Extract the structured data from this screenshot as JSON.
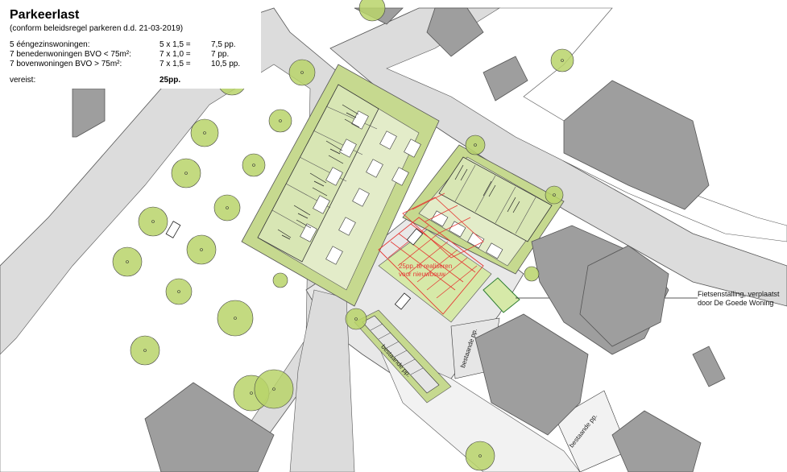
{
  "legend": {
    "title": "Parkeerlast",
    "subtitle": "(conform beleidsregel parkeren d.d. 21-03-2019)",
    "rows": [
      {
        "label": "5 ééngezinswoningen:",
        "calc": "5 x 1,5 =",
        "result": "7,5 pp."
      },
      {
        "label": "7 benedenwoningen BVO < 75m²:",
        "calc": "7 x 1,0 =",
        "result": "7 pp."
      },
      {
        "label": "7 bovenwoningen BVO > 75m²:",
        "calc": "7 x 1,5 =",
        "result": "10,5 pp."
      }
    ],
    "required_label": "vereist:",
    "required_value": "25pp."
  },
  "annotations": {
    "new_parking": "25pp. te realiseren voor nieuwbouw",
    "bike_storage": "Fietsenstalling, verplaatst door De Goede Woning",
    "existing_pp_1": "bestaande pp.",
    "existing_pp_2": "bestaande pp.",
    "existing_pp_3": "bestaande pp."
  },
  "colors": {
    "green_light": "#c6d98f",
    "green_pale": "#e3ecc9",
    "building_grey": "#9e9e9e",
    "road_grey": "#dcdcdc",
    "parking_red": "#e53935",
    "tree_green": "#b8d46a"
  }
}
